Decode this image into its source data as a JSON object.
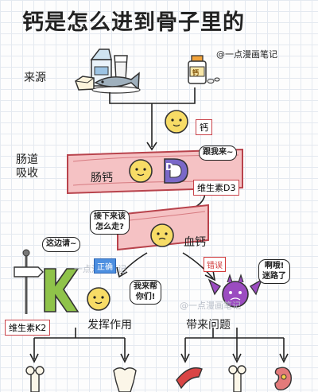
{
  "title": "钙是怎么进到骨子里的",
  "watermark": "@一点漫画笔记",
  "watermark_faded": "@一点漫画笔记",
  "watermark_short": "一点漫画笔记",
  "stages": {
    "source": "来源",
    "absorb_1": "肠道",
    "absorb_2": "吸收"
  },
  "labels": {
    "calcium": "钙",
    "intestinal_calcium": "肠钙",
    "vitamin_d3": "维生素D3",
    "blood_calcium": "血钙",
    "vitamin_k2": "维生素K2",
    "works": "发挥作用",
    "problems": "带来问题",
    "correct": "正确",
    "wrong": "错误",
    "d_letter": "D",
    "k_letter": "K",
    "pill_label": "钙"
  },
  "bubbles": {
    "follow_me": "跟我来~",
    "where_next_1": "接下来该",
    "where_next_2": "怎么走?",
    "this_way": "这边请~",
    "help_1": "我来帮",
    "help_2": "你们!",
    "lost_1": "啊哦!",
    "lost_2": "迷路了"
  },
  "colors": {
    "vessel": "#f5c2c4",
    "vessel_edge": "#b8434c",
    "calcium_face": "#f7dc66",
    "d3_purple": "#7a68c8",
    "k2_green": "#8fc34a",
    "devil": "#9b4cc0",
    "accent_red": "#d13a3a",
    "accent_blue": "#4d8fe0"
  }
}
